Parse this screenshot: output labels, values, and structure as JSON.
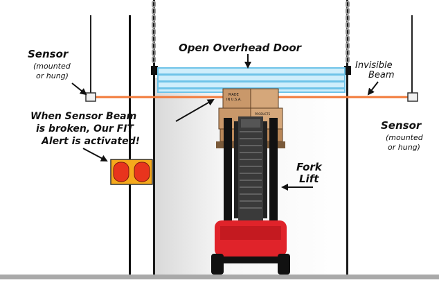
{
  "labels": {
    "door": "Open Overhead Door",
    "beam_line1": "Invisible",
    "beam_line2": "Beam",
    "sensor_left_title": "Sensor",
    "sensor_left_sub1": "(mounted",
    "sensor_left_sub2": "or hung)",
    "sensor_right_title": "Sensor",
    "sensor_right_sub1": "(mounted",
    "sensor_right_sub2": "or hung)",
    "alert_line1": "When Sensor Beam",
    "alert_line2": "is broken, Our FIT",
    "alert_line3": "Alert is activated!",
    "forklift_line1": "Fork",
    "forklift_line2": "Lift",
    "box_mark1": "MADE",
    "box_mark2": "IN U.S.A.",
    "box_tag": "PRODUCTS"
  },
  "colors": {
    "beam": "#f27a3a",
    "door": "#8fd3f0",
    "forklift_body": "#e0232a",
    "alert_light": "#f5a91c",
    "alert_lamp": "#e8341d",
    "box": "#c9986a",
    "floor": "#a9a9a9",
    "wall": "#1a1a1a"
  },
  "icons": [
    "sensor-left-icon",
    "sensor-right-icon",
    "alert-light-icon",
    "forklift-icon",
    "overhead-door-icon"
  ]
}
